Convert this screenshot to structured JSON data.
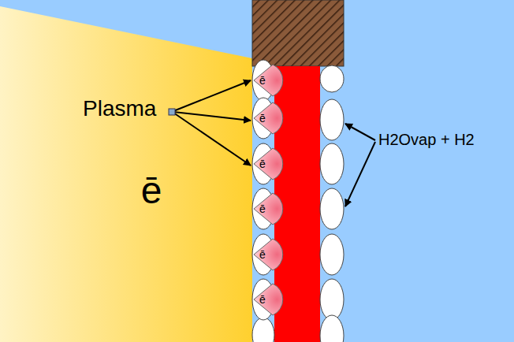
{
  "diagram": {
    "labels": [
      "Plasma",
      "ē",
      "H2Ovap + H2",
      "ē",
      "ē",
      "ē",
      "ē",
      "ē",
      "ē"
    ]
  }
}
